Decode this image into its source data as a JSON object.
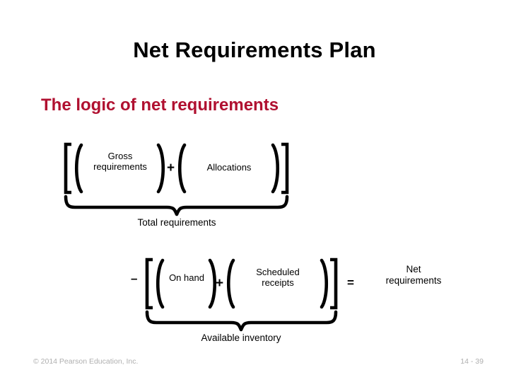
{
  "slide": {
    "title": "Net Requirements Plan",
    "subtitle": "The logic of net requirements",
    "subtitle_color": "#B01030"
  },
  "equation": {
    "row1": {
      "terms": [
        {
          "label": "Gross\nrequirements"
        },
        {
          "label": "Allocations"
        }
      ],
      "operator": "+",
      "brace_label": "Total requirements"
    },
    "row2": {
      "leading_operator": "–",
      "terms": [
        {
          "label": "On hand"
        },
        {
          "label": "Scheduled\nreceipts"
        }
      ],
      "operator": "+",
      "brace_label": "Available inventory",
      "equals_operator": "=",
      "result_label": "Net\nrequirements"
    }
  },
  "footer": {
    "copyright": "© 2014 Pearson Education, Inc.",
    "page_number": "14 - 39"
  }
}
